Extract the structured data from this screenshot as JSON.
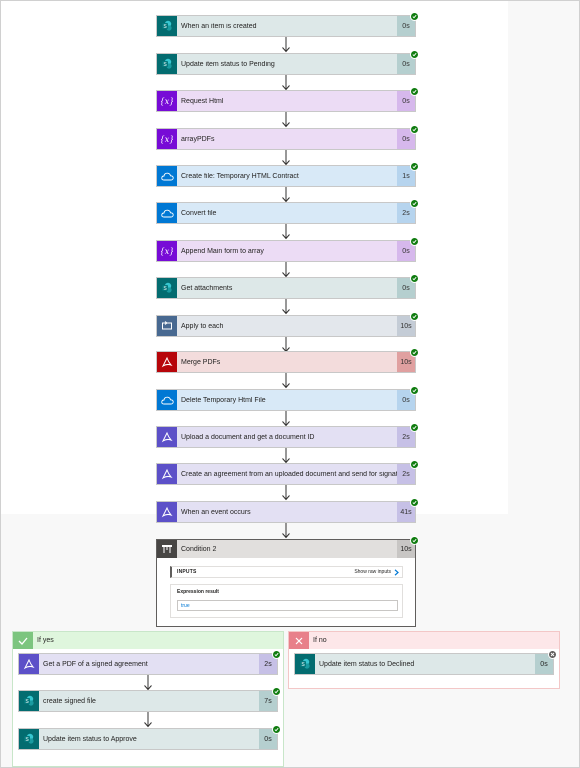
{
  "steps": [
    {
      "label": "When an item is created",
      "duration": "0s",
      "icon": "sharepoint-icon"
    },
    {
      "label": "Update item status to Pending",
      "duration": "0s",
      "icon": "sharepoint-icon"
    },
    {
      "label": "Request Html",
      "duration": "0s",
      "icon": "variable-icon"
    },
    {
      "label": "arrayPDFs",
      "duration": "0s",
      "icon": "variable-icon"
    },
    {
      "label": "Create file: Temporary HTML Contract",
      "duration": "1s",
      "icon": "onedrive-icon"
    },
    {
      "label": "Convert file",
      "duration": "2s",
      "icon": "onedrive-icon"
    },
    {
      "label": "Append Main form to array",
      "duration": "0s",
      "icon": "variable-icon"
    },
    {
      "label": "Get attachments",
      "duration": "0s",
      "icon": "sharepoint-icon"
    },
    {
      "label": "Apply to each",
      "duration": "10s",
      "icon": "loop-icon"
    },
    {
      "label": "Merge PDFs",
      "duration": "10s",
      "icon": "adobe-pdf-icon"
    },
    {
      "label": "Delete Temporary Html File",
      "duration": "0s",
      "icon": "onedrive-icon"
    },
    {
      "label": "Upload a document and get a document ID",
      "duration": "2s",
      "icon": "adobe-sign-icon"
    },
    {
      "label": "Create an agreement from an uploaded document and send for signature",
      "duration": "2s",
      "icon": "adobe-sign-icon"
    },
    {
      "label": "When an event occurs",
      "duration": "41s",
      "icon": "adobe-sign-icon"
    }
  ],
  "condition": {
    "label": "Condition 2",
    "duration": "10s",
    "inputs_label": "INPUTS",
    "show_raw_label": "Show raw inputs",
    "expression_label": "Expression result",
    "expression_value": "true"
  },
  "if_yes": {
    "label": "If yes",
    "steps": [
      {
        "label": "Get a PDF of a signed agreement",
        "duration": "2s",
        "icon": "adobe-sign-icon"
      },
      {
        "label": "create signed file",
        "duration": "7s",
        "icon": "sharepoint-icon"
      },
      {
        "label": "Update item status to Approve",
        "duration": "0s",
        "icon": "sharepoint-icon"
      }
    ]
  },
  "if_no": {
    "label": "If no",
    "steps": [
      {
        "label": "Update item status to Declined",
        "duration": "0s",
        "icon": "sharepoint-icon"
      }
    ]
  },
  "colors": {
    "success": "#107c10",
    "sharepoint": "#036c70",
    "variable": "#770bd6",
    "onedrive": "#0078d4",
    "control": "#486991",
    "adobe_pdf": "#b7050a",
    "adobe_sign": "#5c50c8"
  }
}
